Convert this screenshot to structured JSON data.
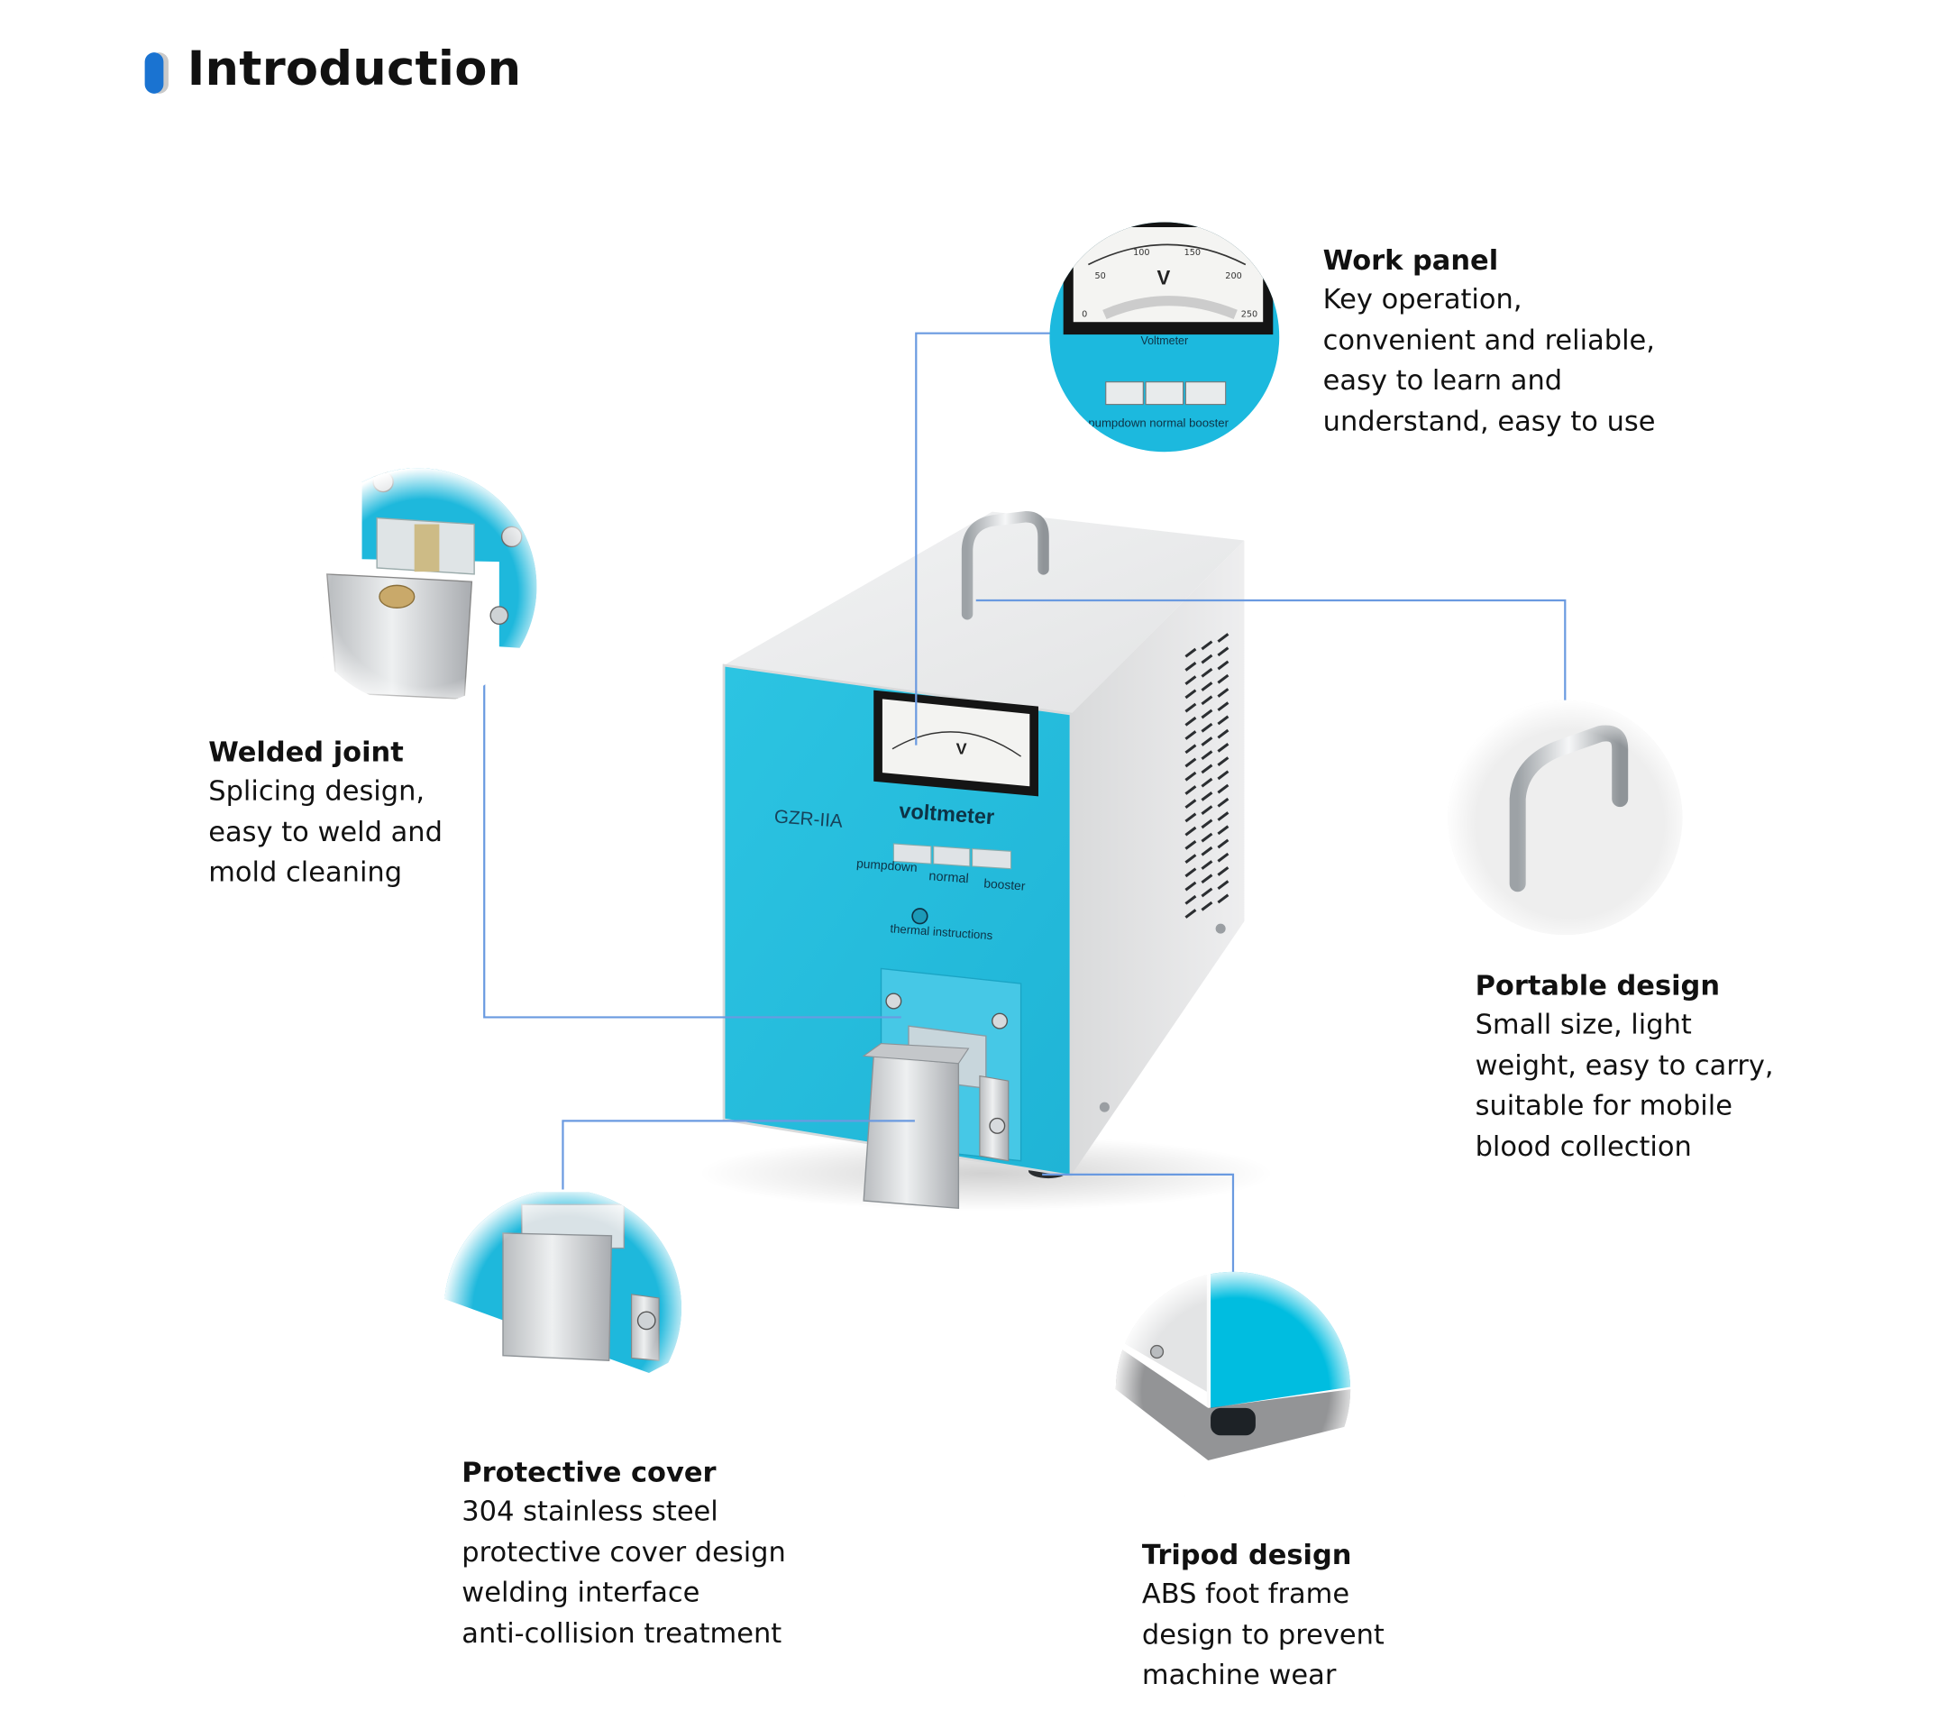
{
  "header": {
    "title": "Introduction",
    "marker_color": "#1a73d1"
  },
  "colors": {
    "connector": "#6a9ae0",
    "panel_blue": "#22bcdc",
    "body_gray": "#e6e7e8",
    "text": "#111111"
  },
  "machine": {
    "model": "GZR-IIA",
    "meter_label": "voltmeter",
    "meter_unit": "V",
    "meter_scale": [
      "0",
      "50",
      "100",
      "150",
      "200",
      "250"
    ],
    "buttons": [
      "pumpdown",
      "normal",
      "booster"
    ],
    "thermal_label": "thermal instructions"
  },
  "features": [
    {
      "id": "work-panel",
      "title": "Work panel",
      "lines": [
        "Key operation,",
        "convenient and reliable,",
        "easy to learn and",
        "understand, easy to use"
      ],
      "image": "voltmeter-closeup",
      "inset_text": {
        "meter_label": "Voltmeter",
        "buttons_label": "pumpdown normal booster"
      }
    },
    {
      "id": "welded-joint",
      "title": "Welded joint",
      "lines": [
        "Splicing design,",
        "easy to weld and",
        "mold cleaning"
      ],
      "image": "joint-closeup"
    },
    {
      "id": "portable-design",
      "title": "Portable design",
      "lines": [
        "Small size, light",
        "weight, easy to carry,",
        "suitable for mobile",
        "blood collection"
      ],
      "image": "handle-closeup"
    },
    {
      "id": "protective-cover",
      "title": "Protective cover",
      "lines": [
        "304 stainless steel",
        "protective cover design",
        "welding interface",
        "anti-collision treatment"
      ],
      "image": "cover-closeup"
    },
    {
      "id": "tripod-design",
      "title": "Tripod design",
      "lines": [
        "ABS foot frame",
        "design to prevent",
        "machine wear"
      ],
      "image": "foot-closeup"
    }
  ]
}
